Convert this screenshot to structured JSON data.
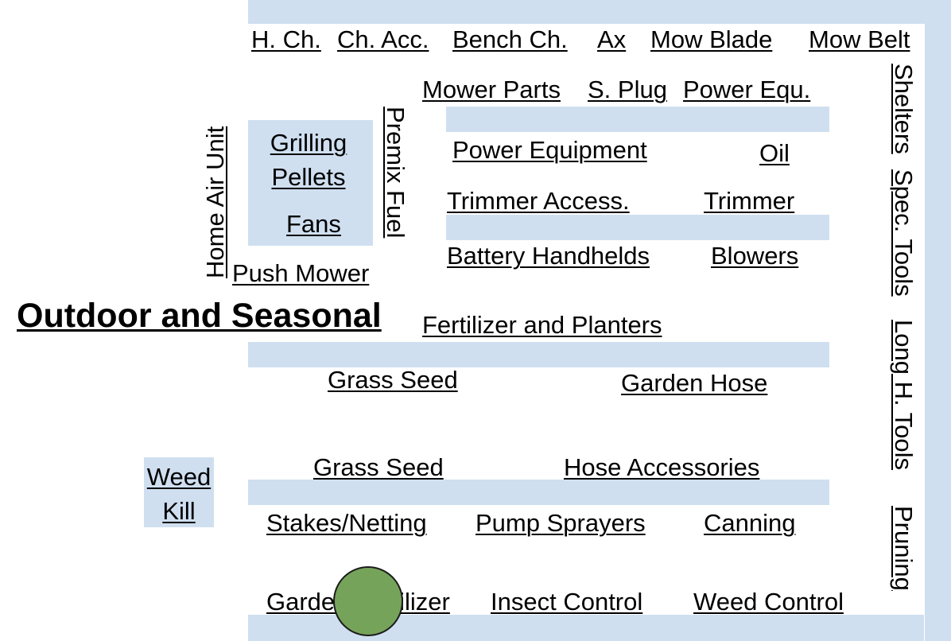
{
  "title": "Outdoor and Seasonal",
  "colors": {
    "shelf": "#cfdff0",
    "marker": "#76a35a"
  },
  "top_row": [
    "H. Ch.",
    "Ch. Acc.",
    "Bench Ch.",
    "Ax",
    "Mow Blade",
    "Mow Belt"
  ],
  "upper_row": [
    "Mower Parts",
    "S. Plug",
    "Power Equ."
  ],
  "center_block": {
    "power_equipment": "Power Equipment",
    "oil": "Oil",
    "trimmer_access": "Trimmer Access.",
    "trimmer": "Trimmer",
    "battery_handhelds": "Battery Handhelds",
    "blowers": "Blowers",
    "fertilizer_planters": "Fertilizer and Planters"
  },
  "left_block": {
    "home_air_unit": "Home Air Unit",
    "grilling": "Grilling",
    "pellets": "Pellets",
    "fans": "Fans",
    "premix_fuel": "Premix Fuel",
    "push_mower": "Push Mower"
  },
  "garden": {
    "grass_seed_1": "Grass Seed",
    "garden_hose": "Garden Hose",
    "grass_seed_2": "Grass Seed",
    "hose_accessories": "Hose Accessories",
    "weed": "Weed",
    "kill": "Kill",
    "stakes_netting": "Stakes/Netting",
    "pump_sprayers": "Pump Sprayers",
    "canning": "Canning",
    "garden_fertilizer": "Garden Fertilizer",
    "insect_control": "Insect Control",
    "weed_control": "Weed Control"
  },
  "right_wall": [
    "Shelters",
    "Spec. Tools",
    "Long H. Tools",
    "Pruning"
  ],
  "marker": "location-marker"
}
